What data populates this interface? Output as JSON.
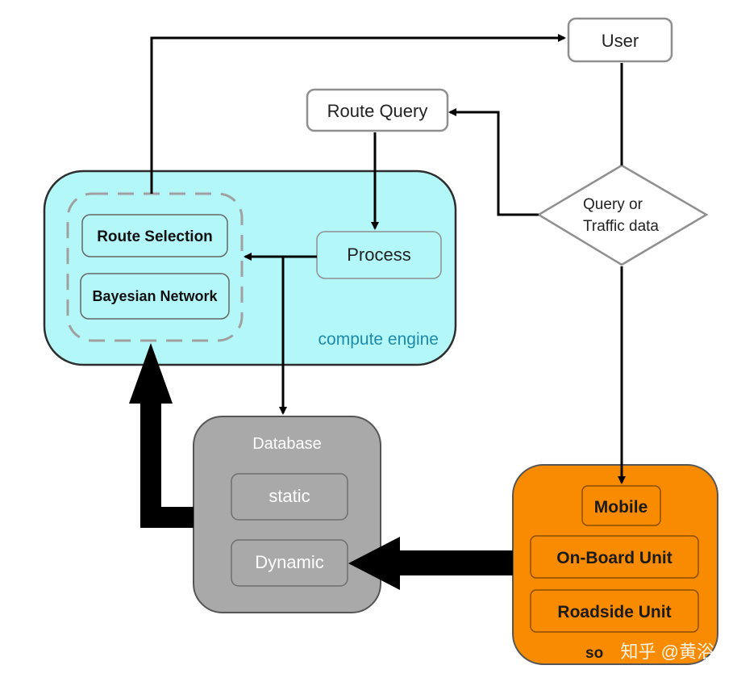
{
  "nodes": {
    "user": "User",
    "route_query": "Route Query",
    "decision": {
      "line1": "Query or",
      "line2": "Traffic data"
    },
    "compute_engine": {
      "label": "compute engine",
      "route_selection": "Route Selection",
      "bayesian_network": "Bayesian Network",
      "process": "Process"
    },
    "database": {
      "title": "Database",
      "static": "static",
      "dynamic": "Dynamic"
    },
    "sources": {
      "label": "so",
      "mobile": "Mobile",
      "on_board_unit": "On-Board Unit",
      "roadside_unit": "Roadside Unit"
    }
  },
  "watermark": "知乎 @黄浴",
  "colors": {
    "compute_engine_fill": "#b3f7f8",
    "compute_engine_label": "#1f8aa8",
    "database_fill": "#a9a9a9",
    "sources_fill": "#f88b00",
    "node_border": "#8f8f8f",
    "inner_border": "#666666"
  }
}
